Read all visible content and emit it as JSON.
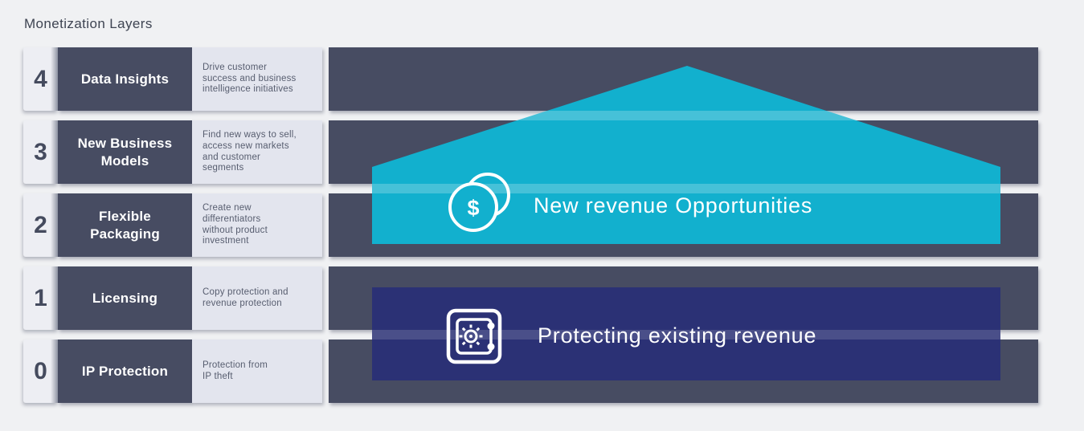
{
  "title": "Monetization Layers",
  "colors": {
    "background": "#f0f1f3",
    "row_dark": "#474c62",
    "row_light": "#e3e5ee",
    "number_box": "#edeef3",
    "cyan_banner": "#12b0ce",
    "navy_banner": "#2b3175",
    "banner_text": "#ffffff"
  },
  "layers": [
    {
      "number": "4",
      "label": "Data Insights",
      "description": "Drive customer\nsuccess and business\nintelligence initiatives"
    },
    {
      "number": "3",
      "label": "New Business Models",
      "description": "Find new ways to sell,\naccess new markets\nand customer\nsegments"
    },
    {
      "number": "2",
      "label": "Flexible Packaging",
      "description": "Create new\ndifferentiators\nwithout product\ninvestment"
    },
    {
      "number": "1",
      "label": "Licensing",
      "description": "Copy protection and\nrevenue protection"
    },
    {
      "number": "0",
      "label": "IP Protection",
      "description": "Protection from\nIP theft"
    }
  ],
  "overlays": {
    "new_revenue": {
      "label": "New revenue Opportunities",
      "icon": "dollar-coins-icon",
      "currency_symbol": "$"
    },
    "protect_revenue": {
      "label": "Protecting existing revenue",
      "icon": "safe-icon"
    }
  }
}
